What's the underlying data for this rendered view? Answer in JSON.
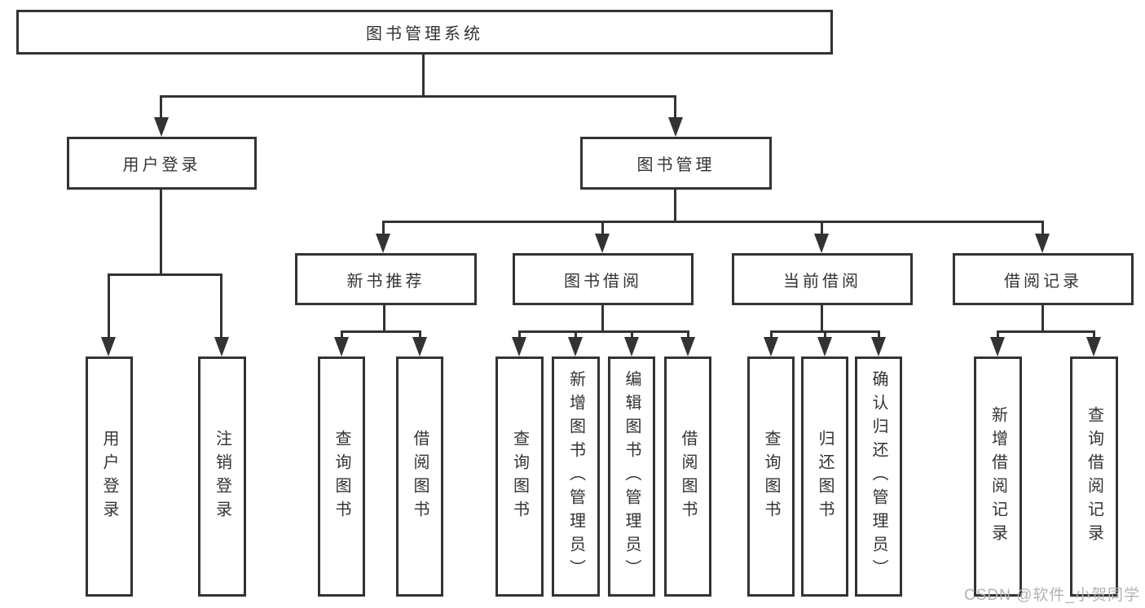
{
  "diagram": {
    "root": {
      "label": "图书管理系统"
    },
    "branches": [
      {
        "label": "用户登录",
        "children": [
          {
            "label": "用户登录"
          },
          {
            "label": "注销登录"
          }
        ]
      },
      {
        "label": "图书管理",
        "children": [
          {
            "label": "新书推荐",
            "children": [
              {
                "label": "查询图书"
              },
              {
                "label": "借阅图书"
              }
            ]
          },
          {
            "label": "图书借阅",
            "children": [
              {
                "label": "查询图书"
              },
              {
                "label": "新增图书（管理员）"
              },
              {
                "label": "编辑图书（管理员）"
              },
              {
                "label": "借阅图书"
              }
            ]
          },
          {
            "label": "当前借阅",
            "children": [
              {
                "label": "查询图书"
              },
              {
                "label": "归还图书"
              },
              {
                "label": "确认归还（管理员）"
              }
            ]
          },
          {
            "label": "借阅记录",
            "children": [
              {
                "label": "新增借阅记录"
              },
              {
                "label": "查询借阅记录"
              }
            ]
          }
        ]
      }
    ]
  },
  "watermark": {
    "text": "CSDN @软件_小贺同学"
  },
  "colors": {
    "line": "#333333",
    "text": "#333333",
    "background": "#ffffff",
    "watermark": "#b5b1b1"
  }
}
